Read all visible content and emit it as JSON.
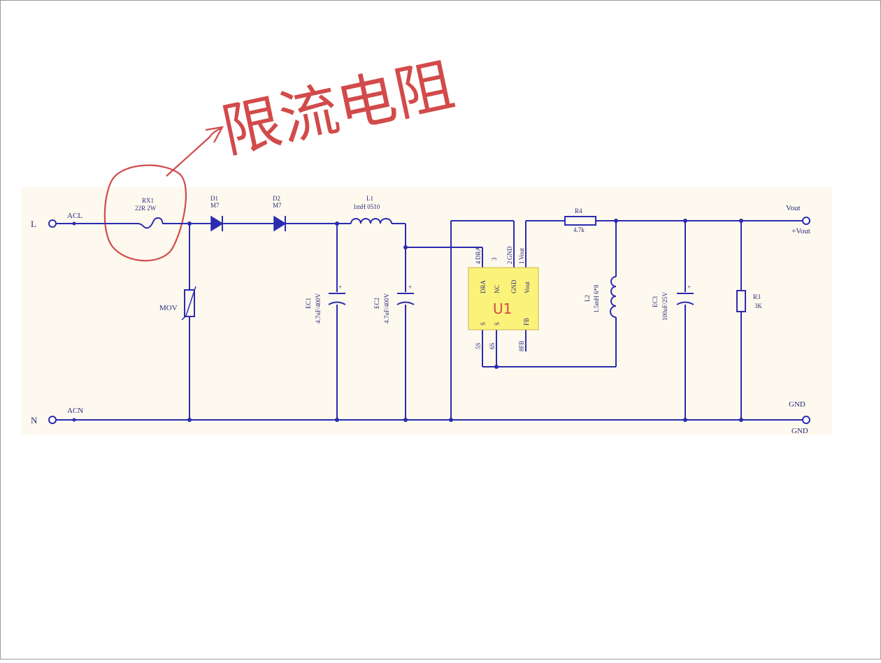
{
  "annotation": {
    "text": "限流电阻",
    "color": "#d24a4a"
  },
  "terminals": {
    "left_top": "L",
    "left_bottom": "N",
    "acl": "ACL",
    "acn": "ACN",
    "right_top_net": "Vout",
    "right_top_port": "+Vout",
    "right_bottom_net": "GND",
    "right_bottom_port": "GND"
  },
  "components": {
    "rx1": {
      "ref": "RX1",
      "value": "22R 2W"
    },
    "d1": {
      "ref": "D1",
      "value": "M7"
    },
    "d2": {
      "ref": "D2",
      "value": "M7"
    },
    "l1": {
      "ref": "L1",
      "value": "1mH  0510"
    },
    "mov": {
      "ref": "MOV"
    },
    "ec1": {
      "ref": "EC1",
      "value": "4.7uF/400V"
    },
    "ec2": {
      "ref": "EC2",
      "value": "4.7uF/400V"
    },
    "ec3": {
      "ref": "EC3",
      "value": "100uF/25V"
    },
    "r4": {
      "ref": "R4",
      "value": "4.7k"
    },
    "l2": {
      "ref": "L2",
      "value": "1.5mH  6*8"
    },
    "r3": {
      "ref": "R3",
      "value": "3K"
    },
    "u1": {
      "handwritten_label": "U1",
      "fill_color": "#fbf27a",
      "top_pin_numbers": [
        "4",
        "3",
        "2",
        "1"
      ],
      "top_pin_names": [
        "DRA",
        "NC",
        "GND",
        "Vout"
      ],
      "inner_top_names": [
        "DRA",
        "NC",
        "GND",
        "Vout"
      ],
      "inner_bottom_names": [
        "S",
        "S",
        "FB"
      ],
      "bottom_pin_labels": [
        "5S",
        "6S",
        "8FB"
      ]
    }
  },
  "colors": {
    "wire": "#2b2bb0",
    "sheet_background": "#fdf9ef",
    "annotation": "#d24a4a"
  }
}
